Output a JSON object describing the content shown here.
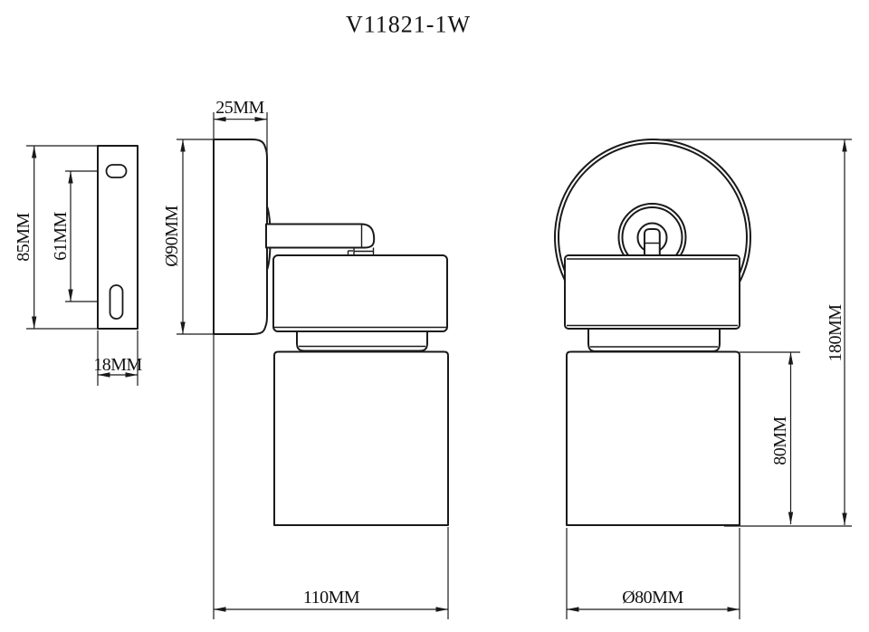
{
  "title": "V11821-1W",
  "colors": {
    "background": "#ffffff",
    "line": "#1a1a1a"
  },
  "dimensions": {
    "bracket_height": "85MM",
    "bracket_hole_spacing": "61MM",
    "bracket_width": "18MM",
    "backplate_depth": "25MM",
    "backplate_diameter": "Ø90MM",
    "overall_depth": "110MM",
    "overall_height": "180MM",
    "shade_height": "80MM",
    "shade_diameter": "Ø80MM"
  }
}
